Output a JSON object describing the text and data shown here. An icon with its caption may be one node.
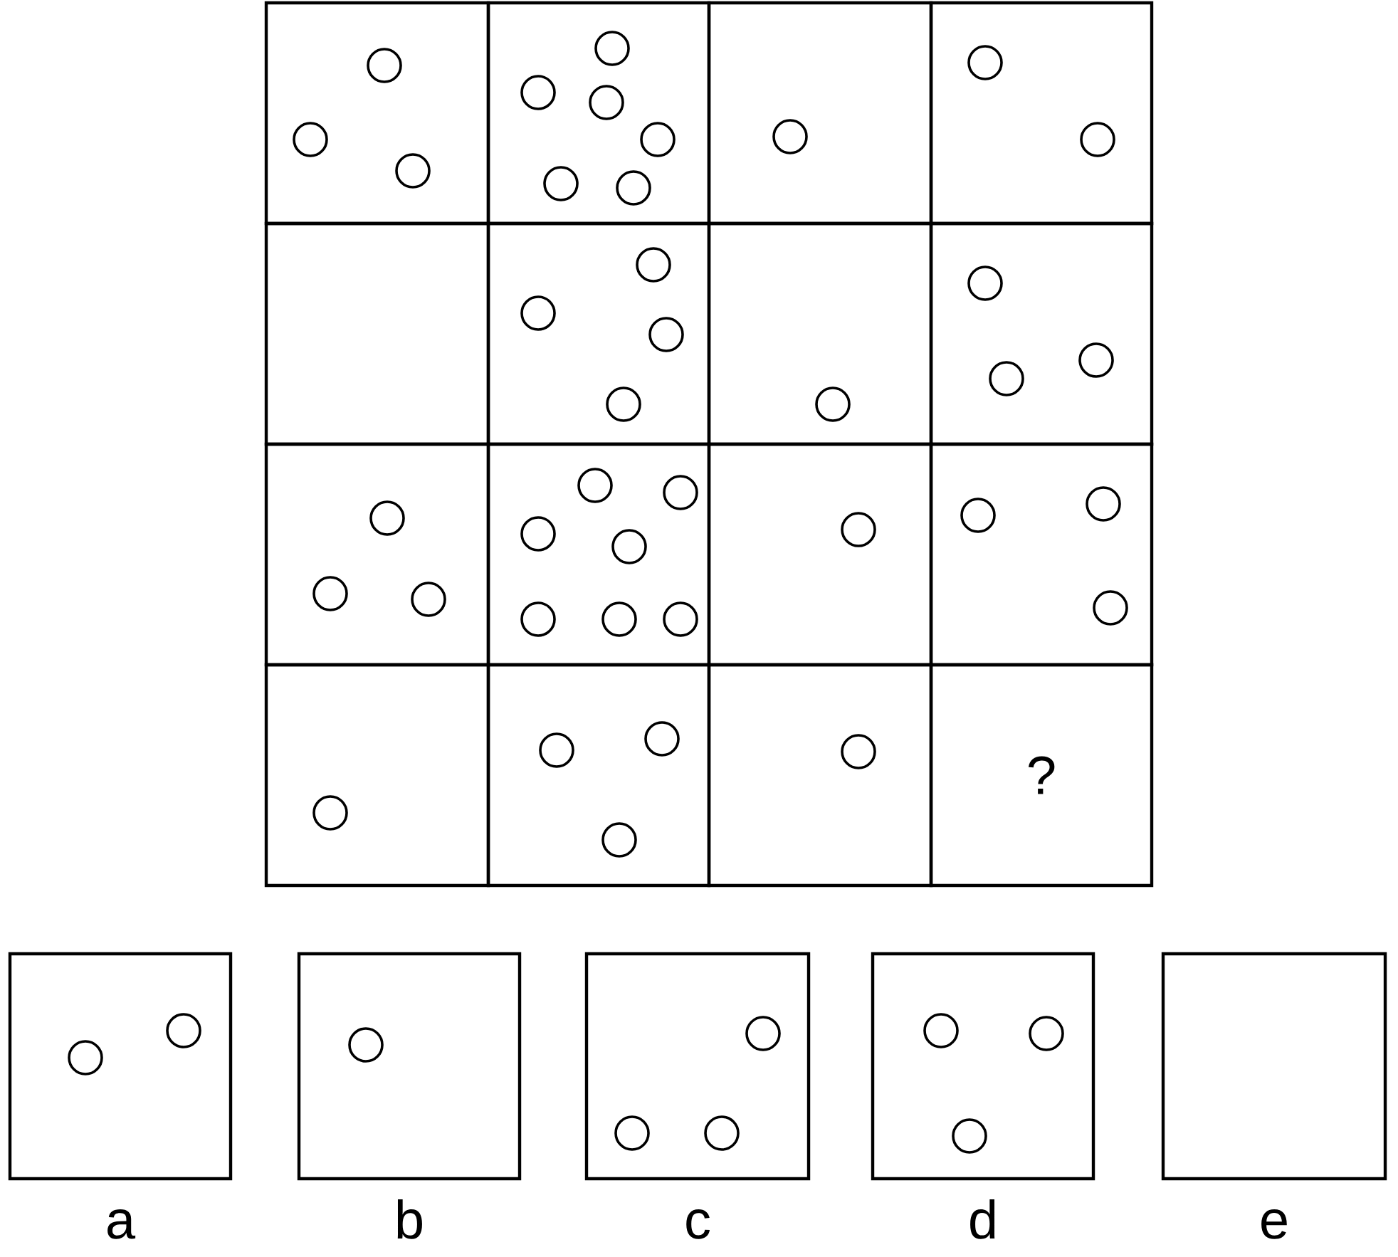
{
  "diagram": {
    "nodes": [
      {
        "text": [],
        "shape": "box"
      },
      {
        "text": [],
        "shape": "box"
      },
      {
        "text": [],
        "shape": "box"
      },
      {
        "text": [],
        "shape": "box"
      },
      {
        "text": [],
        "shape": "box"
      },
      {
        "text": [],
        "shape": "box"
      },
      {
        "text": [],
        "shape": "box"
      },
      {
        "text": [],
        "shape": "box"
      },
      {
        "text": [],
        "shape": "box"
      },
      {
        "text": [],
        "shape": "box"
      },
      {
        "text": [],
        "shape": "box"
      },
      {
        "text": [],
        "shape": "box"
      },
      {
        "text": [],
        "shape": "box"
      },
      {
        "text": [],
        "shape": "box"
      },
      {
        "text": [],
        "shape": "box"
      },
      {
        "text": [
          "?"
        ]
      },
      {
        "text": [
          "a"
        ]
      },
      {
        "text": [
          "b"
        ]
      },
      {
        "text": [
          "c"
        ]
      },
      {
        "text": [
          "d"
        ]
      },
      {
        "text": [
          "e"
        ]
      }
    ]
  }
}
